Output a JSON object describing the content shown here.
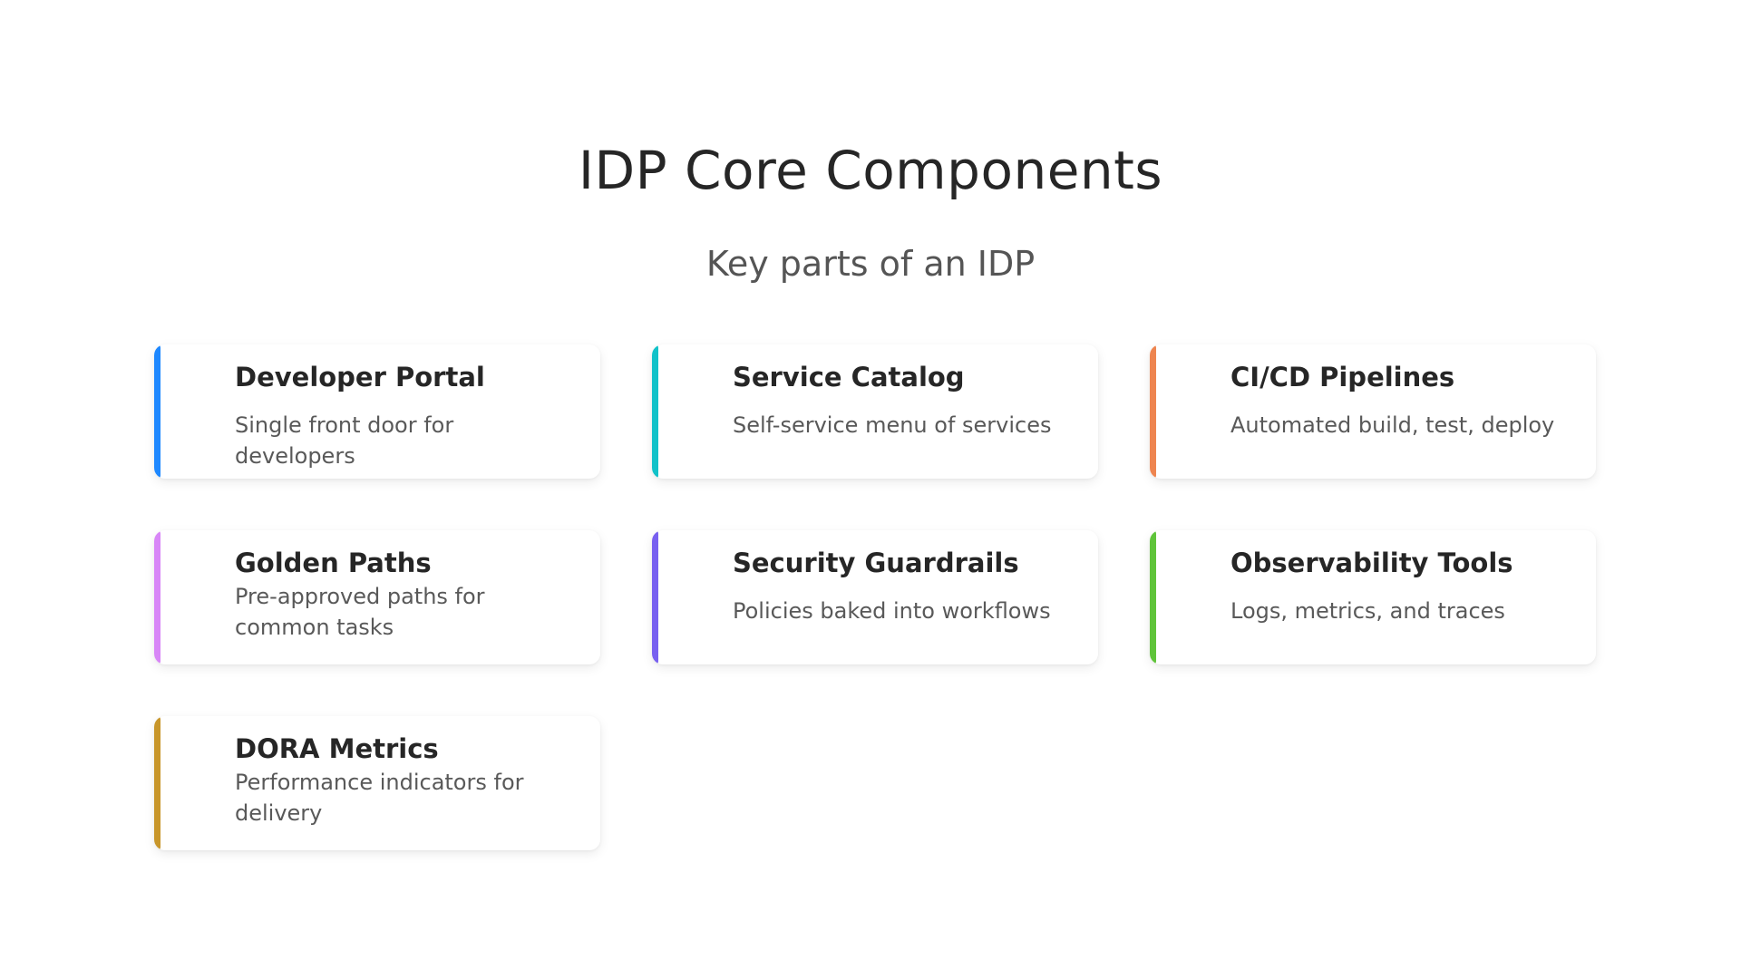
{
  "header": {
    "title": "IDP Core Components",
    "subtitle": "Key parts of an IDP"
  },
  "cards": [
    {
      "title": "Developer Portal",
      "description": "Single front door for developers",
      "accent": "#1e88ff"
    },
    {
      "title": "Service Catalog",
      "description": "Self-service menu of services",
      "accent": "#12c2c9"
    },
    {
      "title": "CI/CD Pipelines",
      "description": "Automated build, test, deploy",
      "accent": "#ee8550"
    },
    {
      "title": "Golden Paths",
      "description": "Pre-approved paths for common tasks",
      "accent": "#d886f7"
    },
    {
      "title": "Security Guardrails",
      "description": "Policies baked into workflows",
      "accent": "#7860f0"
    },
    {
      "title": "Observability Tools",
      "description": "Logs, metrics, and traces",
      "accent": "#5fc43a"
    },
    {
      "title": "DORA Metrics",
      "description": "Performance indicators for delivery",
      "accent": "#c8962a"
    }
  ]
}
